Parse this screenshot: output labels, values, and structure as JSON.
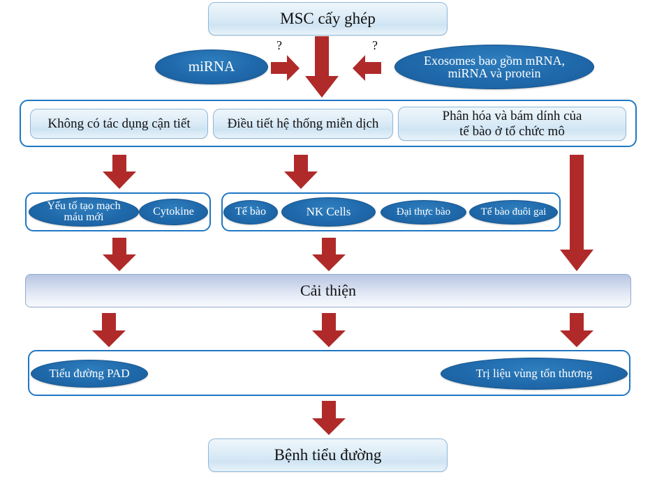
{
  "diagram": {
    "title_node": {
      "label": "MSC cấy ghép"
    },
    "mediators": {
      "left": {
        "label": "miRNA"
      },
      "right_line1": "Exosomes bao gồm mRNA,",
      "right_line2": "miRNA và protein",
      "question_left": "?",
      "question_right": "?"
    },
    "tier1": {
      "items": [
        {
          "label": "Không có tác dụng cận tiết"
        },
        {
          "label": "Điều tiết hệ thống miễn dịch"
        },
        {
          "label_line1": "Phân hóa và bám dính của",
          "label_line2": "tế bào ở tổ chức mô"
        }
      ]
    },
    "tier2_left": {
      "items": [
        {
          "label_line1": "Yếu tố tạo mạch",
          "label_line2": "máu mới"
        },
        {
          "label": "Cytokine"
        }
      ]
    },
    "tier2_right": {
      "items": [
        {
          "label": "Tế bào"
        },
        {
          "label": "NK Cells"
        },
        {
          "label": "Đại thực bào"
        },
        {
          "label": "Tế bào đuôi gai"
        }
      ]
    },
    "improvement": {
      "label": "Cải thiện"
    },
    "outcomes": {
      "items": [
        {
          "label": "Tiểu đường PAD"
        },
        {
          "label": "Trị liệu vùng tổn thương"
        }
      ]
    },
    "final": {
      "label": "Bệnh tiểu đường"
    },
    "colors": {
      "arrow_red": "#b02a2a",
      "ellipse_blue": "#1f69ab",
      "border_blue": "#1f77c4",
      "box_light_blue": "#dcecf7",
      "bar_blue": "#b9c6e4",
      "text_dark": "#111111",
      "text_light": "#ffffff"
    }
  }
}
